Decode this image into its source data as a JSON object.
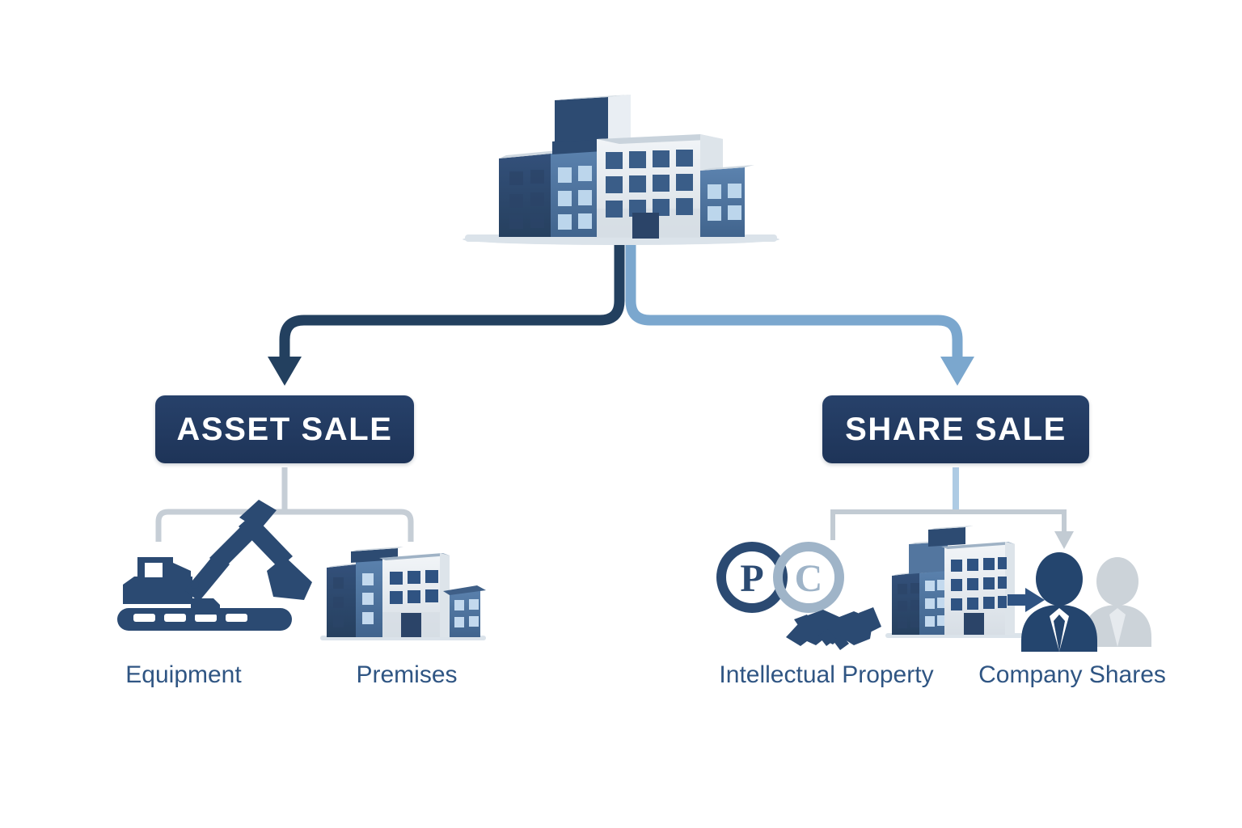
{
  "diagram": {
    "title_text": "",
    "background_color": "#ffffff",
    "root": {
      "name": "company",
      "icon": "office-building-icon",
      "label": ""
    },
    "branches": [
      {
        "id": "asset-sale",
        "label": "ASSET SALE",
        "connector_color": "#23405f",
        "box_color": "#223c63",
        "text_color": "#ffffff",
        "children": [
          {
            "id": "equipment",
            "label": "Equipment",
            "icon": "excavator-icon"
          },
          {
            "id": "premises",
            "label": "Premises",
            "icon": "building-icon"
          }
        ]
      },
      {
        "id": "share-sale",
        "label": "SHARE SALE",
        "connector_color": "#7ba7ce",
        "box_color": "#223c63",
        "text_color": "#ffffff",
        "children": [
          {
            "id": "intellectual-property",
            "label": "Intellectual Property",
            "icon": "patent-copyright-handshake-icon"
          },
          {
            "id": "company-shares",
            "label": "Company Shares",
            "icon": "building-to-owners-icon"
          }
        ]
      }
    ],
    "icon_marks": {
      "patent_mark": "P",
      "copyright_mark": "C"
    },
    "palette": {
      "navy_dark": "#1e3458",
      "navy": "#2b4a72",
      "steel_blue": "#4d76a5",
      "light_blue": "#7ba7ce",
      "pale_blue": "#b9d2e8",
      "light_gray": "#c6ced6",
      "pale_gray": "#dfe5ea",
      "white_face": "#e8edf1",
      "label_text": "#2f5583"
    }
  }
}
